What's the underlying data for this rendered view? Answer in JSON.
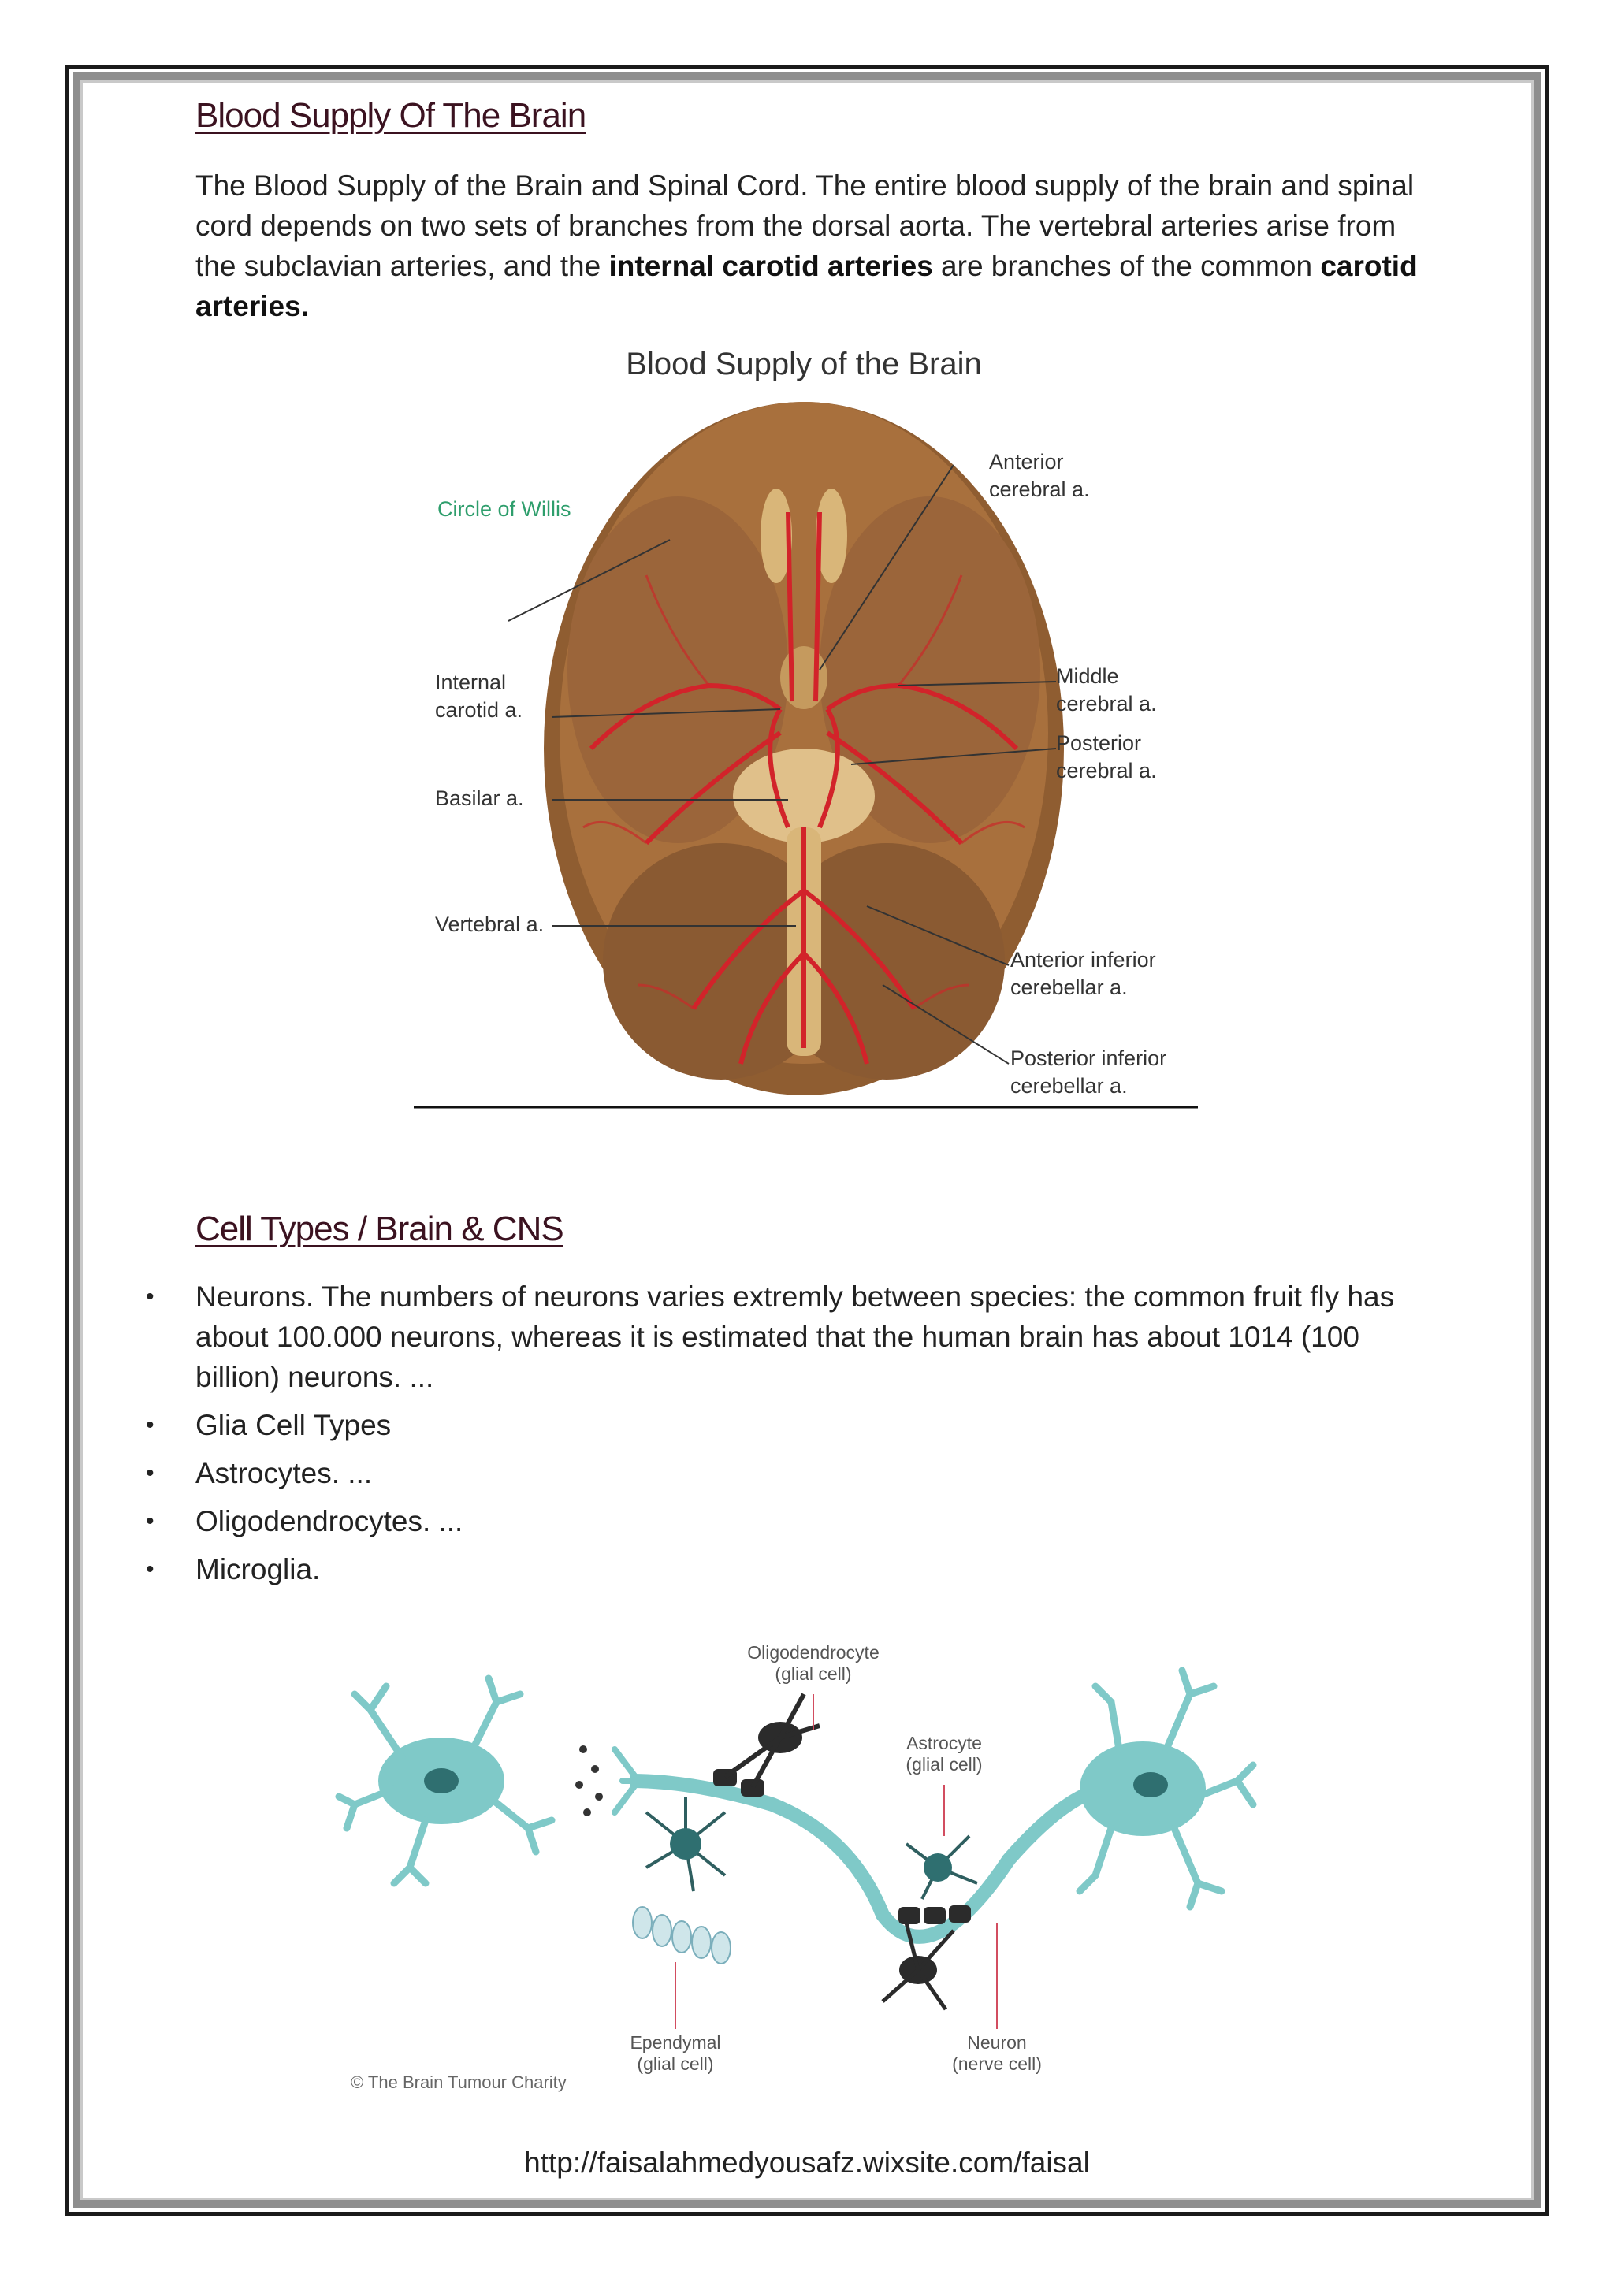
{
  "section1": {
    "heading": "Blood Supply Of The Brain",
    "paragraph_part1": "The Blood Supply of the Brain and Spinal Cord. The entire blood supply of the brain and spinal cord depends on two sets of branches from the dorsal aorta. The vertebral arteries arise from the subclavian arteries, and the ",
    "paragraph_bold1": "internal carotid arteries",
    "paragraph_part2": " are branches of the common ",
    "paragraph_bold2": "carotid arteries."
  },
  "figure1": {
    "title": "Blood Supply of the Brain",
    "labels": {
      "circle_of_willis": "Circle of Willis",
      "anterior_cerebral_1": "Anterior",
      "anterior_cerebral_2": "cerebral a.",
      "internal_carotid_1": "Internal",
      "internal_carotid_2": "carotid a.",
      "middle_cerebral_1": "Middle",
      "middle_cerebral_2": "cerebral a.",
      "posterior_cerebral_1": "Posterior",
      "posterior_cerebral_2": "cerebral a.",
      "basilar": "Basilar a.",
      "vertebral": "Vertebral a.",
      "anterior_inferior_1": "Anterior inferior",
      "anterior_inferior_2": "cerebellar a.",
      "posterior_inferior_1": "Posterior inferior",
      "posterior_inferior_2": "cerebellar a."
    },
    "colors": {
      "brain": "#9c6a3c",
      "artery": "#d2232a",
      "willis_label": "#2e9e6c"
    }
  },
  "section2": {
    "heading": "Cell Types / Brain & CNS",
    "bullets": [
      "Neurons. The numbers of neurons varies extremly between species: the common fruit fly has about 100.000 neurons, whereas it is estimated that the human brain has about 1014 (100 billion) neurons. ...",
      "Glia Cell Types",
      "Astrocytes. ...",
      "Oligodendrocytes. ...",
      "Microglia."
    ]
  },
  "figure2": {
    "oligodendrocyte_1": "Oligodendrocyte",
    "oligodendrocyte_2": "(glial cell)",
    "astrocyte_1": "Astrocyte",
    "astrocyte_2": "(glial cell)",
    "ependymal_1": "Ependymal",
    "ependymal_2": "(glial cell)",
    "neuron_1": "Neuron",
    "neuron_2": "(nerve cell)",
    "credit": "© The Brain Tumour Charity",
    "colors": {
      "cell": "#7fc9c8",
      "glia_dark": "#2b2b2b",
      "pointer": "#d24d60"
    }
  },
  "footer": {
    "url": "http://faisalahmedyousafz.wixsite.com/faisal"
  }
}
